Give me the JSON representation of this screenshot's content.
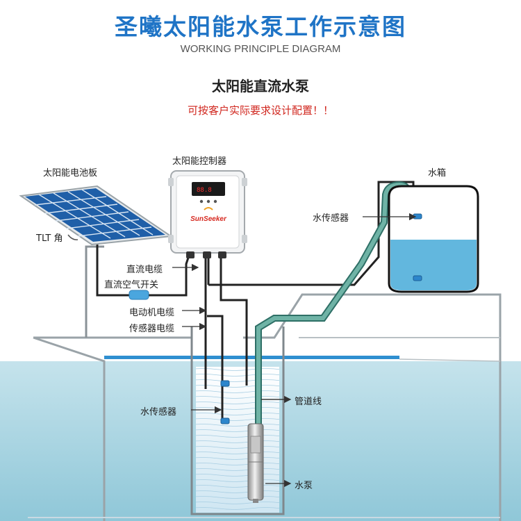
{
  "header": {
    "title": "圣曦太阳能水泵工作示意图",
    "subtitle": "WORKING PRINCIPLE DIAGRAM",
    "product": "太阳能直流水泵",
    "note": "可按客户实际要求设计配置！！"
  },
  "labels": {
    "solar_panel": "太阳能电池板",
    "tilt_angle": "TLT 角",
    "controller": "太阳能控制器",
    "water_tank": "水箱",
    "tank_sensor": "水传感器",
    "dc_cable": "直流电缆",
    "dc_breaker": "直流空气开关",
    "motor_cable": "电动机电缆",
    "sensor_cable": "传感器电缆",
    "well_sensor": "水传感器",
    "pipeline": "管道线",
    "pump": "水泵"
  },
  "controller_brand": "SunSeeker",
  "colors": {
    "title_blue": "#1f74c6",
    "note_red": "#d0251d",
    "panel_blue": "#1f5fa8",
    "pipe_green": "#5fa79b",
    "water_blue": "#5fb8da",
    "ground_water": "#a9d6e2"
  }
}
